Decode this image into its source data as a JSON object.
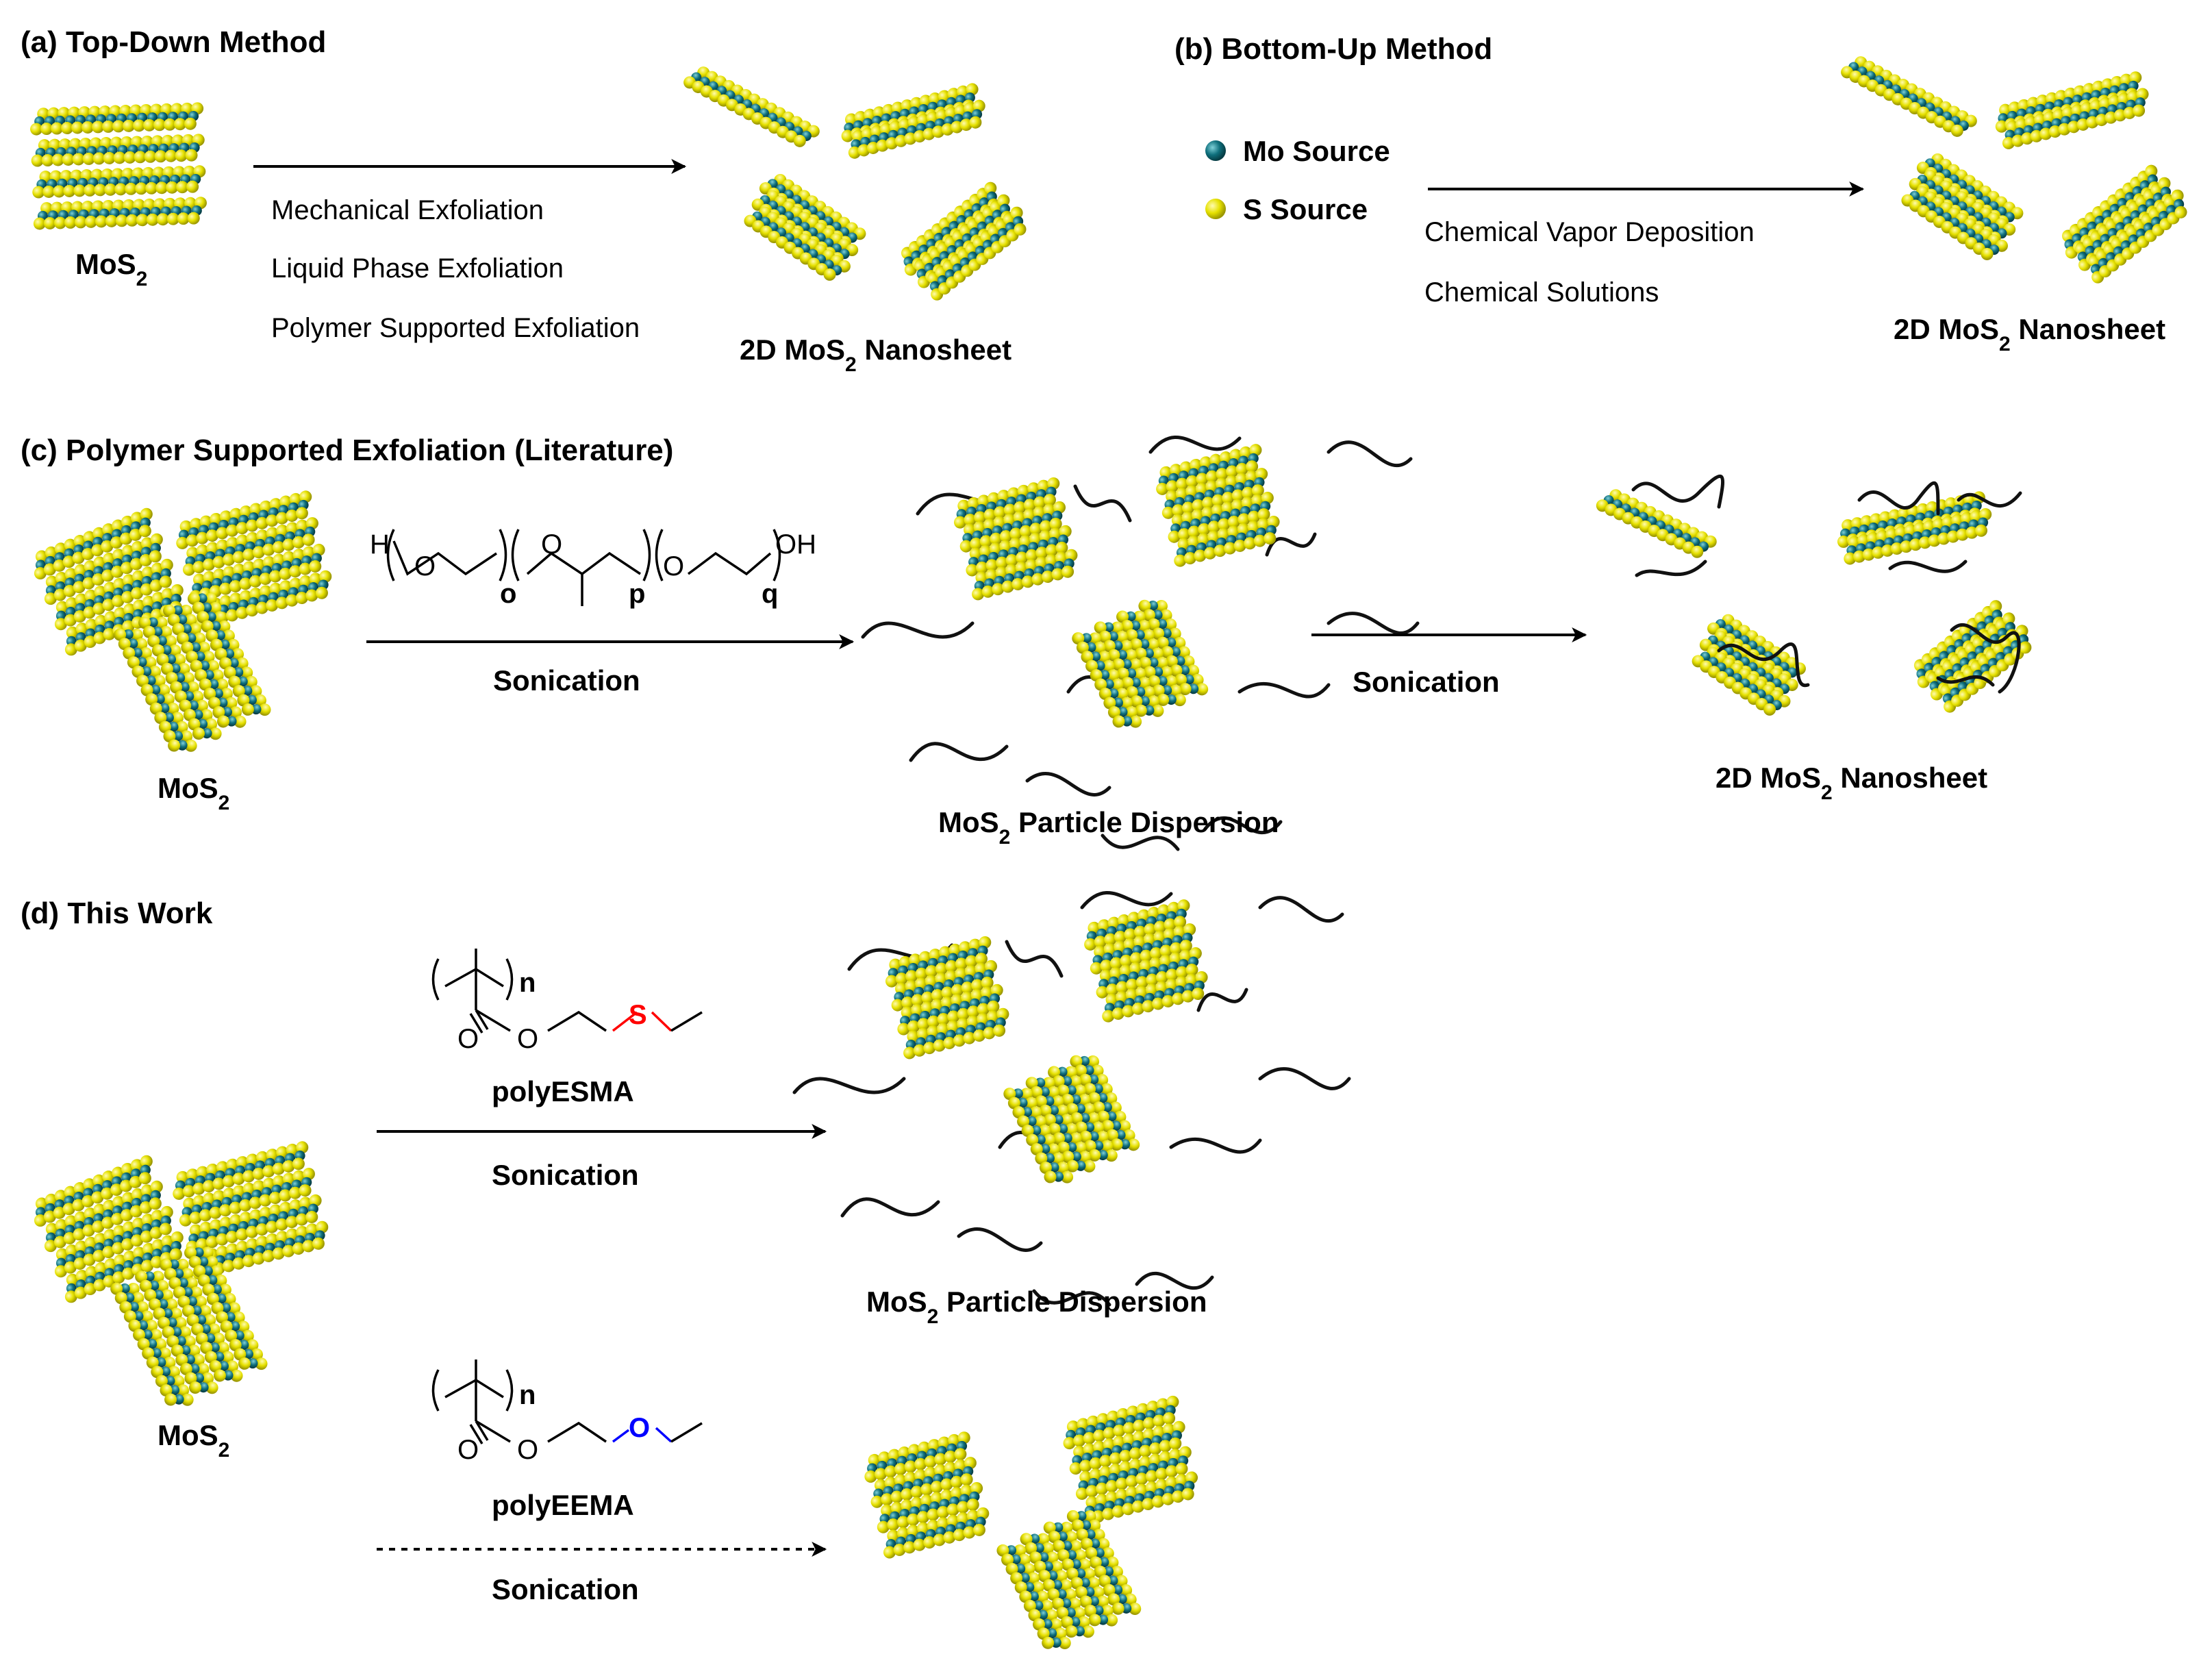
{
  "colors": {
    "mo": "#0f6f7c",
    "s": "#e6e100",
    "s_edge": "#a9a400",
    "thioether": "#ff0000",
    "ether": "#0000ff",
    "polymer": "#111111"
  },
  "panel_a": {
    "title": "(a) Top-Down Method",
    "mos2": "MoS",
    "sub": "2",
    "methods": [
      "Mechanical Exfoliation",
      "Liquid Phase Exfoliation",
      "Polymer Supported Exfoliation"
    ],
    "product_pre": "2D MoS",
    "product_sub": "2",
    "product_post": " Nanosheet"
  },
  "panel_b": {
    "title": "(b) Bottom-Up Method",
    "mo_source": "Mo Source",
    "s_source": "S Source",
    "methods": [
      "Chemical Vapor Deposition",
      "Chemical Solutions"
    ],
    "product_pre": "2D MoS",
    "product_sub": "2",
    "product_post": " Nanosheet"
  },
  "panel_c": {
    "title": "(c) Polymer Supported Exfoliation (Literature)",
    "mos2": "MoS",
    "sub": "2",
    "chem": {
      "h": "H",
      "o": "O",
      "oh": "OH",
      "o_sub": "o",
      "p_sub": "p",
      "q_sub": "q"
    },
    "step1": "Sonication",
    "step2": "Sonication",
    "dispersion_pre": "MoS",
    "dispersion_sub": "2",
    "dispersion_post": " Particle Dispersion",
    "product_pre": "2D MoS",
    "product_sub": "2",
    "product_post": " Nanosheet"
  },
  "panel_d": {
    "title": "(d) This Work",
    "mos2": "MoS",
    "sub": "2",
    "polymer1": {
      "name": "polyESMA",
      "n": "n",
      "o1": "O",
      "o2": "O",
      "hetero": "S",
      "step": "Sonication"
    },
    "polymer2": {
      "name": "polyEEMA",
      "n": "n",
      "o1": "O",
      "o2": "O",
      "hetero": "O",
      "step": "Sonication"
    },
    "dispersion_pre": "MoS",
    "dispersion_sub": "2",
    "dispersion_post": " Particle Dispersion"
  }
}
